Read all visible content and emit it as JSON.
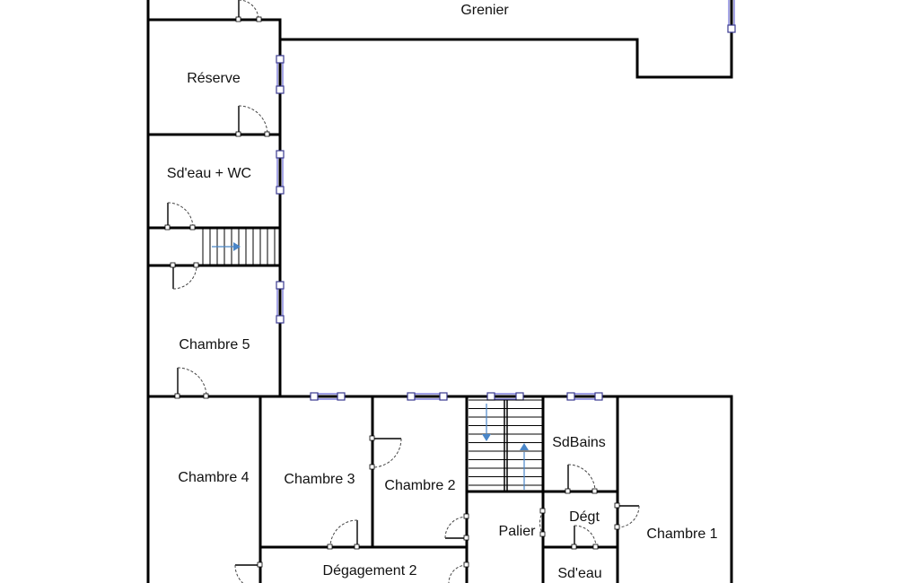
{
  "rooms": {
    "grenier": "Grenier",
    "reserve": "Réserve",
    "sdeau_wc": "Sd'eau + WC",
    "chambre5": "Chambre 5",
    "chambre4": "Chambre 4",
    "chambre3": "Chambre 3",
    "chambre2": "Chambre 2",
    "sdbains": "SdBains",
    "degt": "Dégt",
    "palier": "Palier",
    "chambre1": "Chambre 1",
    "degagement2": "Dégagement 2",
    "sdeau": "Sd'eau"
  },
  "colors": {
    "wall": "#000000",
    "window": "#6b6bd6",
    "stair_arrow": "#4a86c8",
    "background": "#ffffff"
  }
}
